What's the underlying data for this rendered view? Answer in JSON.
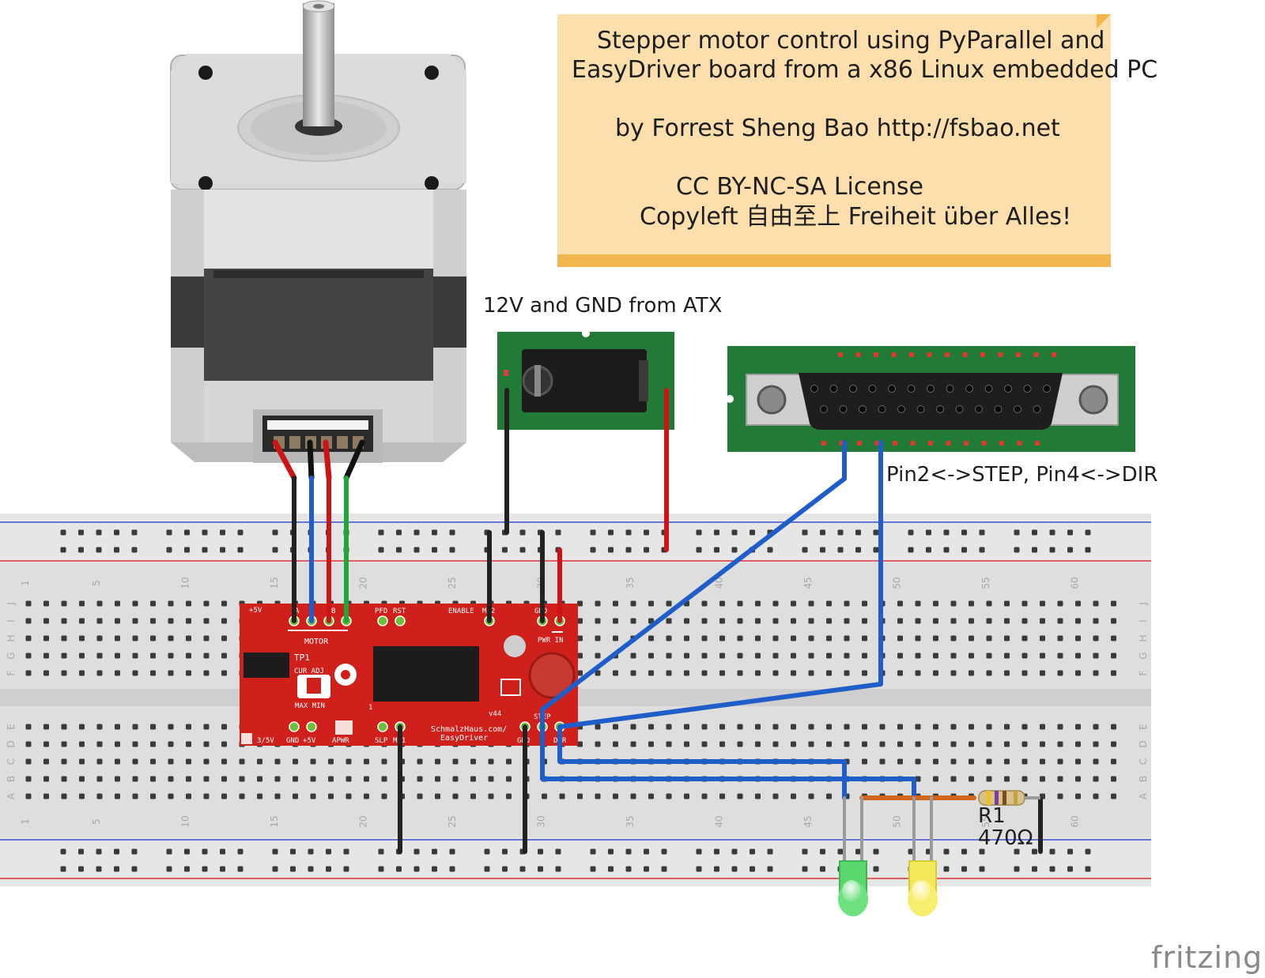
{
  "title_note": {
    "lines": [
      "Stepper motor control using PyParallel and",
      "EasyDriver board from a x86 Linux embedded PC",
      "by Forrest Sheng Bao http://fsbao.net",
      "CC BY-NC-SA License",
      "Copyleft 自由至上 Freiheit über Alles!"
    ]
  },
  "labels": {
    "power": "12V and GND from ATX",
    "pins": "Pin2<->STEP, Pin4<->DIR",
    "resistor_name": "R1",
    "resistor_value": "470Ω"
  },
  "easydriver": {
    "pins_top": [
      "+5V",
      "A",
      "B",
      "PFD",
      "RST",
      "ENABLE",
      "MS2",
      "GND",
      "PWR IN"
    ],
    "pins_bottom": [
      "3/5V",
      "GND",
      "+5V",
      "APWR",
      "SLP",
      "MS1",
      "GND",
      "STEP",
      "DIR"
    ],
    "motor_label": "MOTOR",
    "tp_label": "TP1",
    "cur_adj": "CUR  ADJ",
    "max_min": "MAX  MIN",
    "version": "v44",
    "vendor": "SchmalzHaus.com/",
    "model": "EasyDriver",
    "one": "1"
  },
  "breadboard": {
    "column_numbers": [
      "1",
      "5",
      "10",
      "15",
      "20",
      "25",
      "30",
      "35",
      "40",
      "45",
      "50",
      "55",
      "60"
    ],
    "row_letters_top": [
      "J",
      "I",
      "H",
      "G",
      "F"
    ],
    "row_letters_bottom": [
      "E",
      "D",
      "C",
      "B",
      "A"
    ]
  },
  "colors": {
    "wire_black": "#222222",
    "wire_red": "#cc1414",
    "wire_blue": "#1f5ec8",
    "wire_green": "#1ea838",
    "wire_orange": "#d0641a",
    "board_red": "#d0201c",
    "pcb_green": "#217a36",
    "rail_red": "#e03030",
    "rail_blue": "#3a4fd0"
  },
  "brand": "fritzing"
}
